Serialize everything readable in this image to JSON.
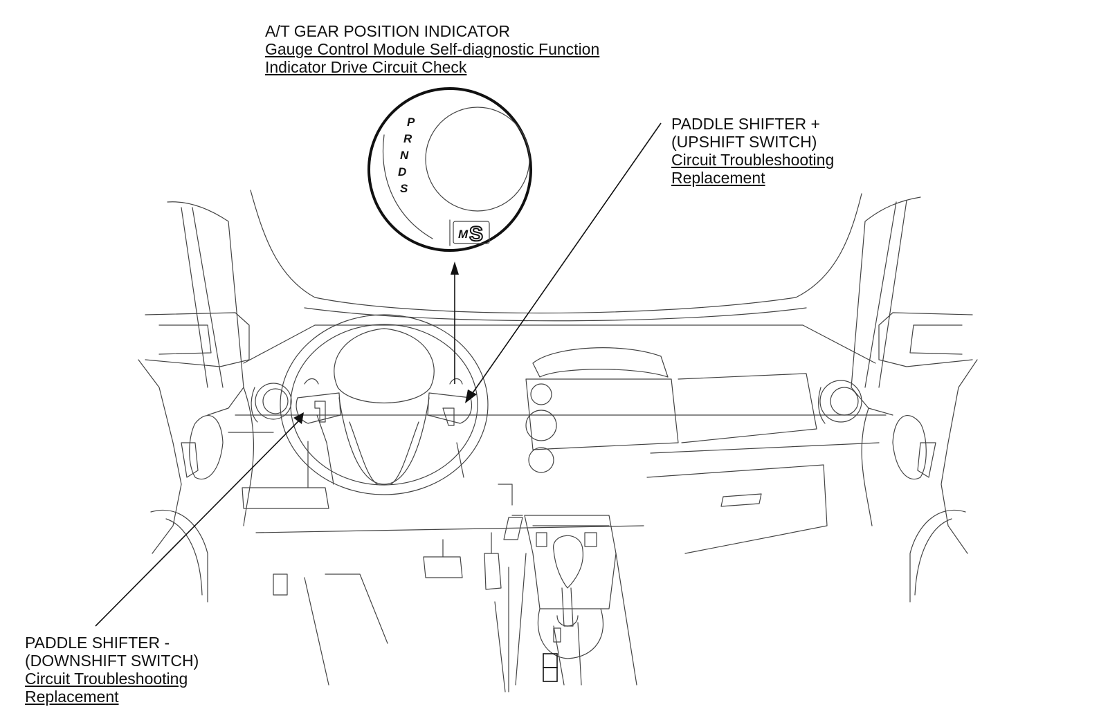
{
  "labels": {
    "gear_indicator": {
      "title": "A/T GEAR POSITION INDICATOR",
      "links": [
        "Gauge Control Module Self-diagnostic Function",
        "Indicator Drive Circuit Check"
      ]
    },
    "paddle_plus": {
      "title_1": "PADDLE SHIFTER  +",
      "title_2": "(UPSHIFT SWITCH)",
      "links": [
        "Circuit Troubleshooting",
        "Replacement"
      ]
    },
    "paddle_minus": {
      "title_1": "PADDLE SHIFTER  -",
      "title_2": "(DOWNSHIFT SWITCH)",
      "links": [
        "Circuit Troubleshooting",
        "Replacement"
      ]
    }
  },
  "indicator": {
    "gears": [
      "P",
      "R",
      "N",
      "D",
      "S"
    ],
    "mode_letter": "M",
    "gear_digit": "S"
  }
}
